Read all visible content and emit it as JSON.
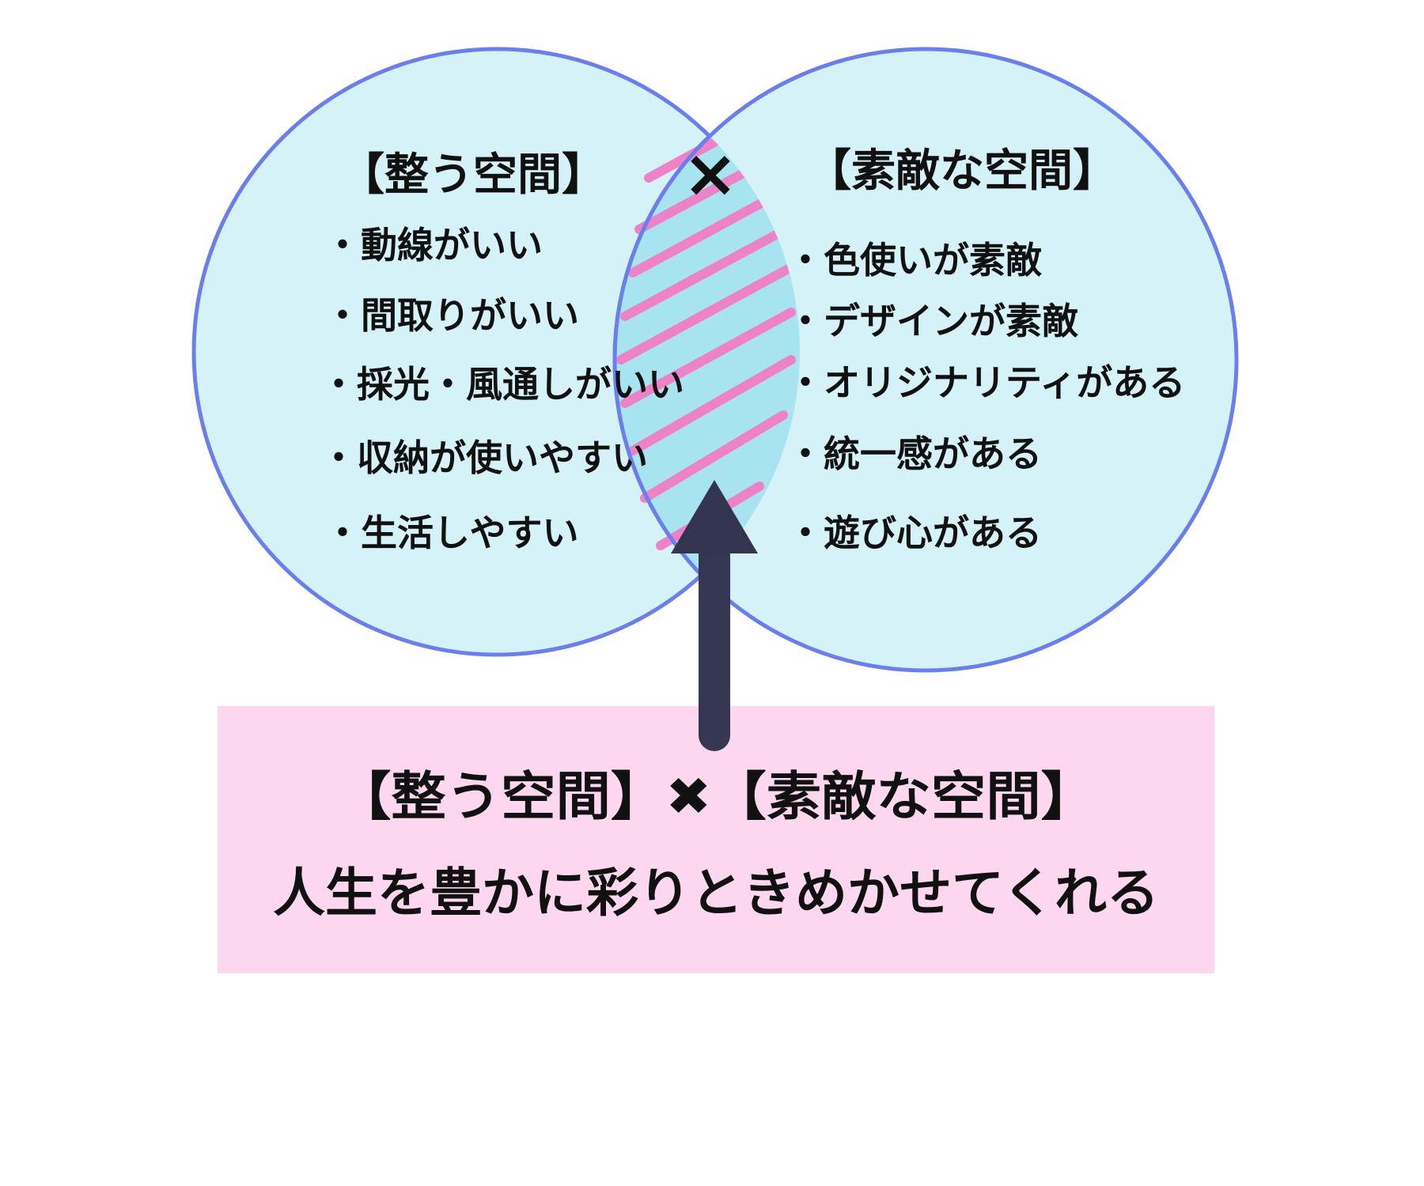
{
  "colors": {
    "circle_fill": "#d4f2f8",
    "circle_stroke": "#6a7fec",
    "overlap_fill": "#a8e4ef",
    "hatch": "#ee82c8",
    "arrow": "#33344f",
    "box_fill": "#fdd6ef",
    "text": "#111111"
  },
  "left": {
    "title": "【整う空間】",
    "items": [
      "・動線がいい",
      "・間取りがいい",
      "・採光・風通しがいい",
      "・収納が使いやすい",
      "・生活しやすい"
    ]
  },
  "right": {
    "title": "【素敵な空間】",
    "items": [
      "・色使いが素敵",
      "・デザインが素敵",
      "・オリジナリティがある",
      "・統一感がある",
      "・遊び心がある"
    ]
  },
  "overlap": {
    "mark": "×",
    "icon": "cross-icon"
  },
  "bottom": {
    "line1": "【整う空間】✖【素敵な空間】",
    "line2": "人生を豊かに彩りときめかせてくれる"
  }
}
